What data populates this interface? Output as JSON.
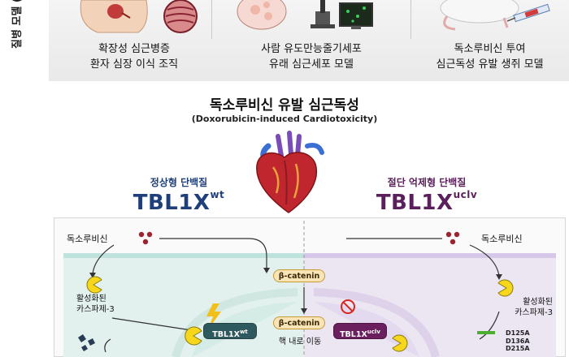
{
  "side_label": "질병 모델 (Disease)",
  "panels": [
    {
      "caption_line1": "확장성 심근병증",
      "caption_line2": "환자 심장 이식 조직"
    },
    {
      "caption_line1": "사람 유도만능줄기세포",
      "caption_line2": "유래 심근세포 모델"
    },
    {
      "caption_line1": "독소루비신 투여",
      "caption_line2": "심근독성 유발 생쥐 모델"
    }
  ],
  "title": "독소루비신 유발 심근독성",
  "subtitle": "(Doxorubicin-induced Cardiotoxicity)",
  "left": {
    "type": "정상형 단백질",
    "label": "TBL1X",
    "sup": "wt"
  },
  "right": {
    "type": "절단 억제형 단백질",
    "label": "TBL1X",
    "sup": "uclv"
  },
  "mechanism": {
    "doxo_left": "독소루비신",
    "doxo_right": "독소루비신",
    "caspase_left_line1": "활성화된",
    "caspase_left_line2": "카스파제-3",
    "caspase_right_line1": "활성화된",
    "caspase_right_line2": "카스파제-3",
    "beta_catenin_top": "β-catenin",
    "beta_catenin_mid": "β-catenin",
    "nuclear_translocation": "핵 내로 이동",
    "tbl_left_label": "TBL1X",
    "tbl_left_sup": "wt",
    "tbl_right_label": "TBL1X",
    "tbl_right_sup": "uclv",
    "mutations": [
      "D125A",
      "D136A",
      "D215A"
    ]
  },
  "colors": {
    "left_blue": "#1f3f7a",
    "right_purple": "#5a1f5c",
    "teal_zone": "#e2f1ee",
    "purple_zone": "#ece6f3"
  }
}
